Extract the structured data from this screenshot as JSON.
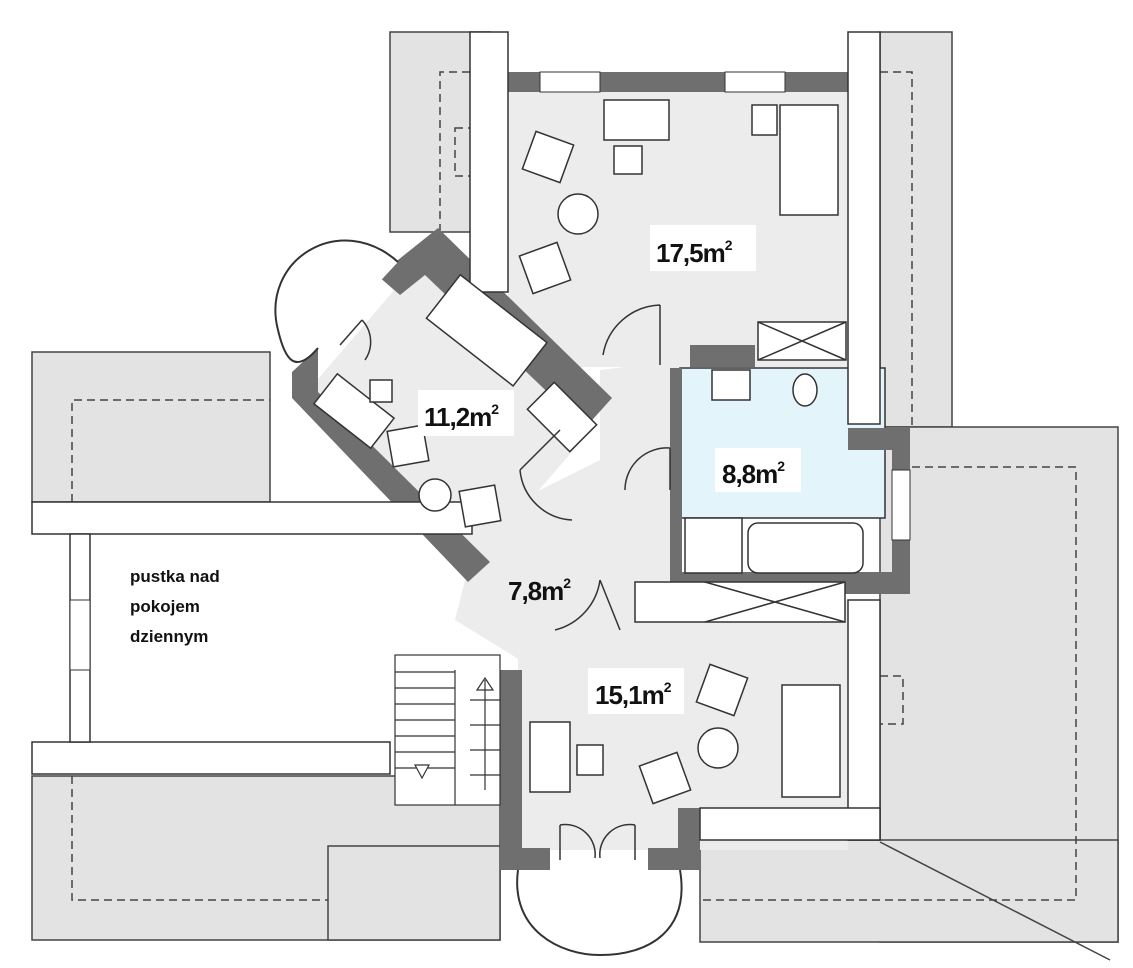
{
  "rooms": [
    {
      "id": "bedroom-top",
      "area": "17,5m",
      "sup": "2"
    },
    {
      "id": "bedroom-angled",
      "area": "11,2m",
      "sup": "2"
    },
    {
      "id": "bathroom",
      "area": "8,8m",
      "sup": "2"
    },
    {
      "id": "hall",
      "area": "7,8m",
      "sup": "2"
    },
    {
      "id": "bedroom-bottom",
      "area": "15,1m",
      "sup": "2"
    }
  ],
  "void_note": [
    "pustka nad",
    "pokojem",
    "dziennym"
  ],
  "colors": {
    "roof": "#e3e3e3",
    "floor": "#ececec",
    "wall": "#6f6f6f",
    "bathroom": "#e4f4fb",
    "outline": "#333333"
  }
}
